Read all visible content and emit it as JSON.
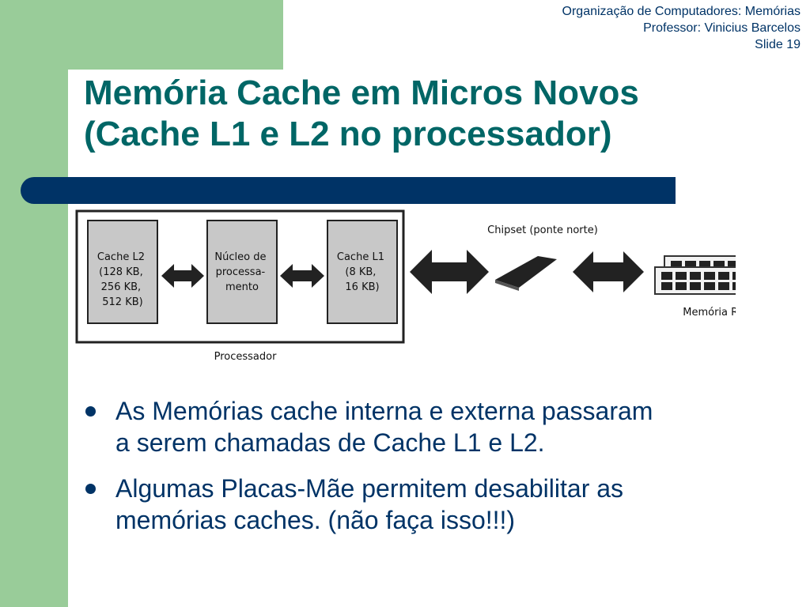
{
  "header": {
    "course": "Organização de Computadores: Memórias",
    "professor": "Professor: Vinicius Barcelos",
    "slide": "Slide 19"
  },
  "title": {
    "line1": "Memória Cache em Micros Novos",
    "line2": "(Cache L1 e L2 no processador)"
  },
  "diagram": {
    "cache_l2": [
      "Cache L2",
      "(128 KB,",
      "256 KB,",
      "512 KB)"
    ],
    "nucleo": [
      "Núcleo de",
      "processa-",
      "mento"
    ],
    "cache_l1": [
      "Cache L1",
      "(8 KB,",
      "16 KB)"
    ],
    "processador": "Processador",
    "chipset": "Chipset (ponte norte)",
    "memoria_ram": "Memória RAM"
  },
  "bullets": [
    {
      "line1": "As Memórias cache interna e externa passaram",
      "line2": "a serem chamadas de Cache L1 e L2."
    },
    {
      "line1": "Algumas Placas-Mãe permitem desabilitar as",
      "line2": "memórias caches. (não faça isso!!!)"
    }
  ],
  "colors": {
    "green": "#99cc99",
    "navy": "#003366",
    "teal": "#006666"
  }
}
